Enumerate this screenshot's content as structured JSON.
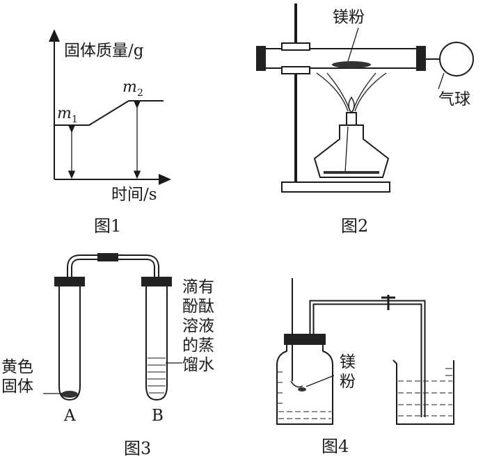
{
  "figure1": {
    "y_axis_label": "固体质量/g",
    "x_axis_label": "时间/s",
    "m1_label": "m",
    "m1_sub": "1",
    "m2_label": "m",
    "m2_sub": "2",
    "caption": "图1"
  },
  "figure2": {
    "powder_label": "镁粉",
    "balloon_label": "气球",
    "caption": "图2"
  },
  "figure3": {
    "solid_label_line1": "黄色",
    "solid_label_line2": "固体",
    "solution_label_lines": [
      "滴有",
      "酚酞",
      "溶液",
      "的蒸",
      "馏水"
    ],
    "tube_a": "A",
    "tube_b": "B",
    "caption": "图3"
  },
  "figure4": {
    "powder_label_line1": "镁",
    "powder_label_line2": "粉",
    "caption": "图4"
  }
}
